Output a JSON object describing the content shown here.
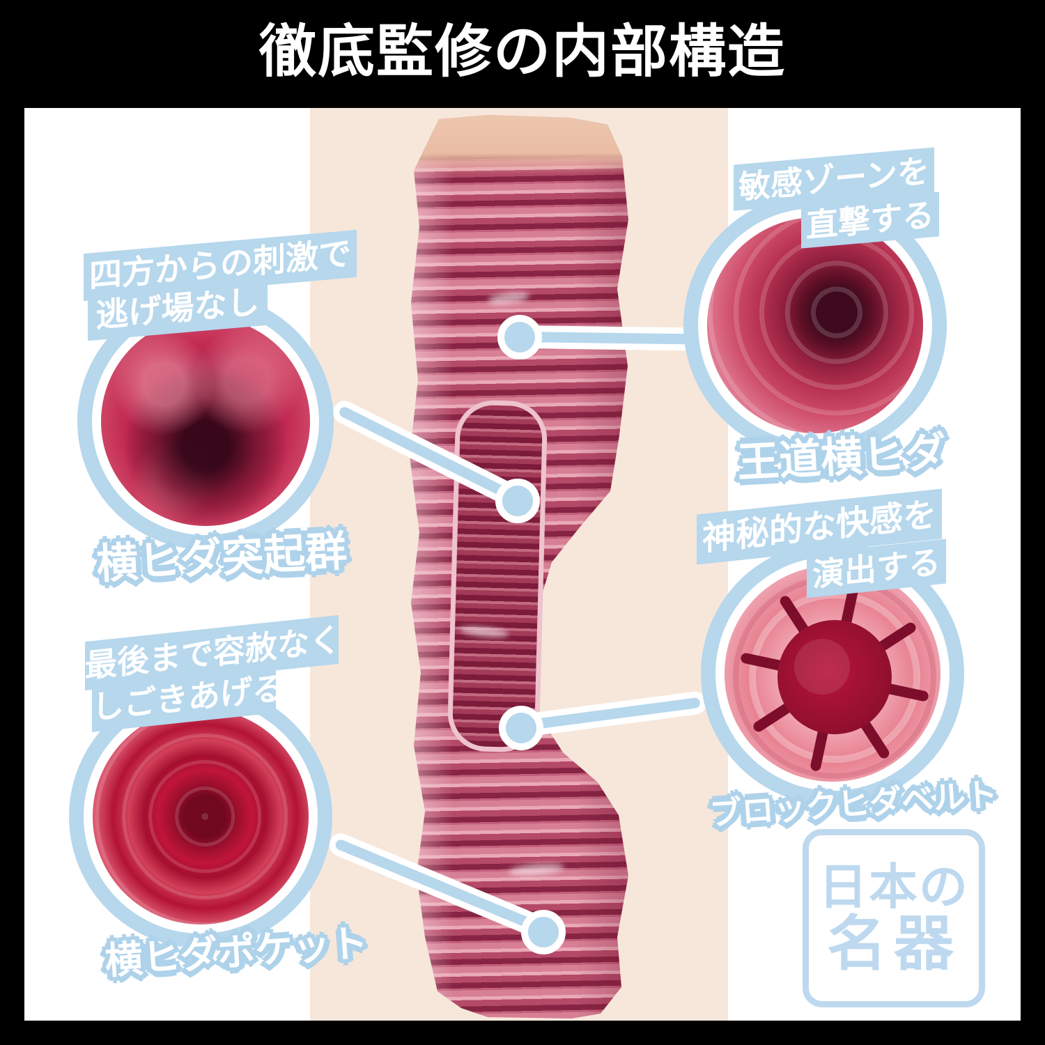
{
  "title": "徹底監修の内部構造",
  "callouts": {
    "top_left": {
      "line1": "四方からの刺激で",
      "line2": "逃げ場なし",
      "label": "横ヒダ突起群"
    },
    "top_right": {
      "line1": "敏感ゾーンを",
      "line2": "直撃する",
      "label": "王道横ヒダ"
    },
    "right": {
      "line1": "神秘的な快感を",
      "line2": "演出する",
      "label": "ブロックヒダベルト"
    },
    "bottom_left": {
      "line1": "最後まで容赦なく",
      "line2": "しごきあげる",
      "label": "横ヒダポケット"
    }
  },
  "seal": {
    "text": "日本の名器",
    "row1": "日本の",
    "row2": "名器"
  },
  "colors": {
    "frame": "#000000",
    "title_text": "#ffffff",
    "accent_blue": "#b6d7ec",
    "label_outline_blue": "#aed2ea",
    "seal_blue": "#bed9ef",
    "beige_band": "#f7e7db",
    "content_background": "#ffffff",
    "flesh_pink": "#edc6ae",
    "rib_dark": "#872443",
    "rib_light": "#eaa9b6"
  }
}
